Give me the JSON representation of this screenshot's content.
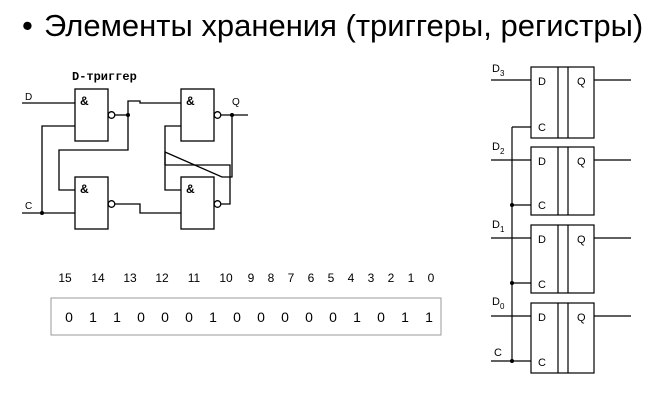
{
  "title": {
    "bullet": "•",
    "text": "Элементы хранения (триггеры, регистры)"
  },
  "dtrigger": {
    "caption": "D-триггер",
    "gate_label": "&",
    "input_d": "D",
    "input_c": "C",
    "output_q": "Q"
  },
  "bits": {
    "indices": [
      "15",
      "14",
      "13",
      "12",
      "11",
      "10",
      "9",
      "8",
      "7",
      "6",
      "5",
      "4",
      "3",
      "2",
      "1",
      "0"
    ],
    "values": [
      "0",
      "1",
      "1",
      "0",
      "0",
      "0",
      "1",
      "0",
      "0",
      "0",
      "0",
      "0",
      "1",
      "0",
      "1",
      "1"
    ]
  },
  "register": {
    "cells": [
      {
        "input_letter": "D",
        "input_sub": "3",
        "d_label": "D",
        "q_label": "Q",
        "c_label": "C"
      },
      {
        "input_letter": "D",
        "input_sub": "2",
        "d_label": "D",
        "q_label": "Q",
        "c_label": "C"
      },
      {
        "input_letter": "D",
        "input_sub": "1",
        "d_label": "D",
        "q_label": "Q",
        "c_label": "C"
      },
      {
        "input_letter": "D",
        "input_sub": "0",
        "d_label": "D",
        "q_label": "Q",
        "c_label": "C"
      }
    ],
    "clock_label": "C"
  }
}
